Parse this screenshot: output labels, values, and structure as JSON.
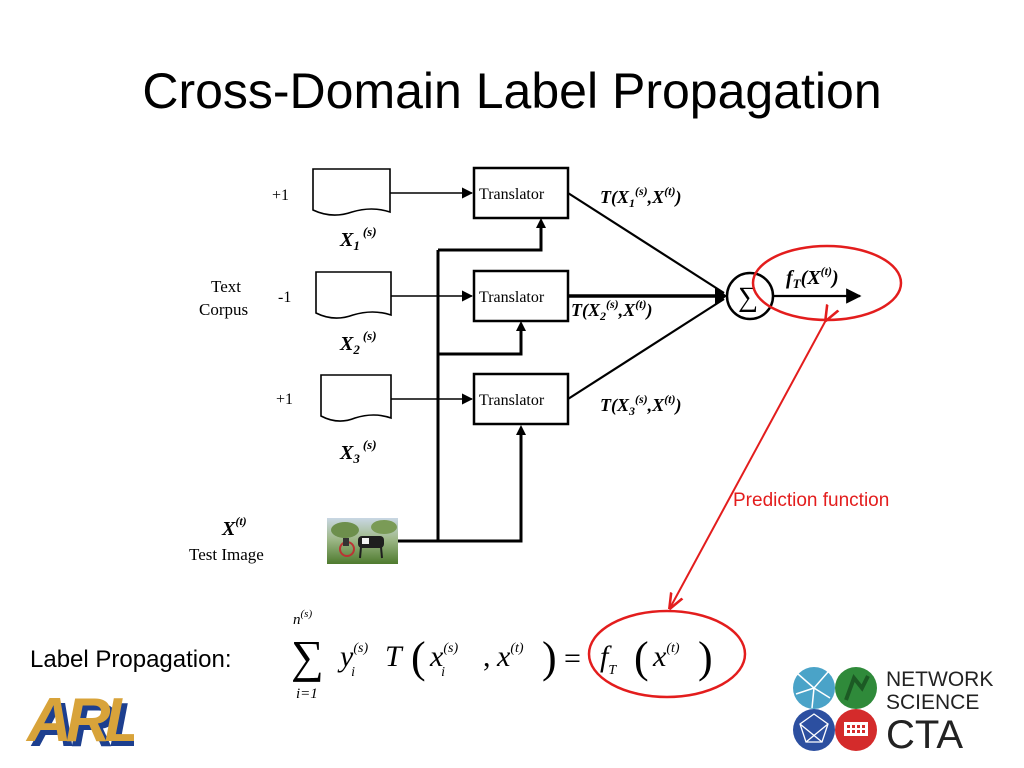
{
  "title": "Cross-Domain Label Propagation",
  "diagram": {
    "sources": [
      {
        "label_value": "+1",
        "name_base": "X",
        "name_sub": "1",
        "name_sup": "(s)"
      },
      {
        "label_value": "-1",
        "name_base": "X",
        "name_sub": "2",
        "name_sup": "(s)"
      },
      {
        "label_value": "+1",
        "name_base": "X",
        "name_sub": "3",
        "name_sup": "(s)"
      }
    ],
    "text_corpus": [
      "Text",
      "Corpus"
    ],
    "translator_label": "Translator",
    "outputs": [
      {
        "prefix": "T(X",
        "sub": "1",
        "sup": "(s)",
        "mid": ",X",
        "sup2": "(t)",
        "suffix": ")"
      },
      {
        "prefix": "T(X",
        "sub": "2",
        "sup": "(s)",
        "mid": ",X",
        "sup2": "(t)",
        "suffix": ")"
      },
      {
        "prefix": "T(X",
        "sub": "3",
        "sup": "(s)",
        "mid": ",X",
        "sup2": "(t)",
        "suffix": ")"
      }
    ],
    "sum_symbol": "∑",
    "function_label": {
      "base": "f",
      "sub": "T",
      "open": "(X",
      "sup": "(t)",
      "close": ")"
    },
    "test": {
      "name_base": "X",
      "name_sup": "(t)",
      "caption": "Test Image"
    },
    "prediction_label": "Prediction function"
  },
  "formula": {
    "prefix_label": "Label Propagation:",
    "sum_symbol": "∑",
    "sum_upper": "n",
    "sum_upper_sup": "(s)",
    "sum_lower": "i=1",
    "y": "y",
    "y_sup": "(s)",
    "y_sub": "i",
    "T": "T",
    "x1": "x",
    "x1_sup": "(s)",
    "x1_sub": "i",
    "comma": ",",
    "x2": "x",
    "x2_sup": "(t)",
    "equals": "=",
    "f": "f",
    "f_sub": "T",
    "x3": "x",
    "x3_sup": "(t)"
  },
  "logos": {
    "left": "ARL",
    "right_lines": [
      "NETWORK",
      "SCIENCE",
      "CTA"
    ]
  },
  "colors": {
    "accent_red": "#e31d1d",
    "ink": "#000000"
  }
}
